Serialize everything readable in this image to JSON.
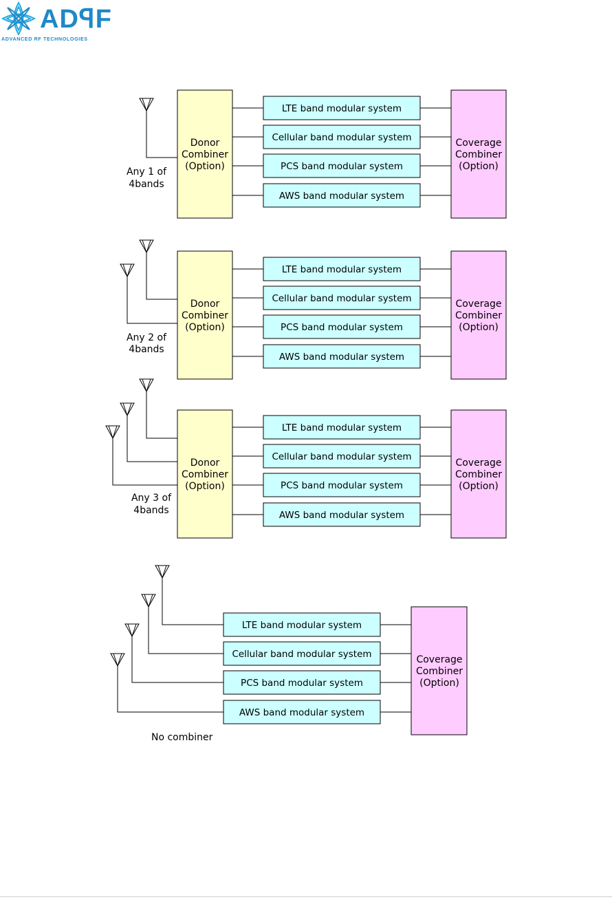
{
  "logo": {
    "brand": "ADꟼF",
    "tagline": "ADVANCED RF TECHNOLOGIES",
    "brand_color": "#1f88c8"
  },
  "colors": {
    "band_box": "#ccffff",
    "donor_combiner": "#ffffcc",
    "coverage_combiner": "#ffccff"
  },
  "diagrams": [
    {
      "name": "any-1",
      "caption": [
        "Any 1 of",
        "4bands"
      ],
      "donor_label": [
        "Donor",
        "Combiner",
        "(Option)"
      ],
      "coverage_label": [
        "Coverage",
        "Combiner",
        "(Option)"
      ],
      "bands": [
        "LTE band modular system",
        "Cellular band modular system",
        "PCS band modular system",
        "AWS band modular system"
      ]
    },
    {
      "name": "any-2",
      "caption": [
        "Any 2 of",
        "4bands"
      ],
      "donor_label": [
        "Donor",
        "Combiner",
        "(Option)"
      ],
      "coverage_label": [
        "Coverage",
        "Combiner",
        "(Option)"
      ],
      "bands": [
        "LTE band modular system",
        "Cellular band modular system",
        "PCS band modular system",
        "AWS band modular system"
      ]
    },
    {
      "name": "any-3",
      "caption": [
        "Any 3 of",
        "4bands"
      ],
      "donor_label": [
        "Donor",
        "Combiner",
        "(Option)"
      ],
      "coverage_label": [
        "Coverage",
        "Combiner",
        "(Option)"
      ],
      "bands": [
        "LTE band modular system",
        "Cellular band modular system",
        "PCS band modular system",
        "AWS band modular system"
      ]
    },
    {
      "name": "no-combiner",
      "caption": [
        "No combiner"
      ],
      "coverage_label": [
        "Coverage",
        "Combiner",
        "(Option)"
      ],
      "bands": [
        "LTE band modular system",
        "Cellular band modular system",
        "PCS band modular system",
        "AWS band modular system"
      ]
    }
  ]
}
